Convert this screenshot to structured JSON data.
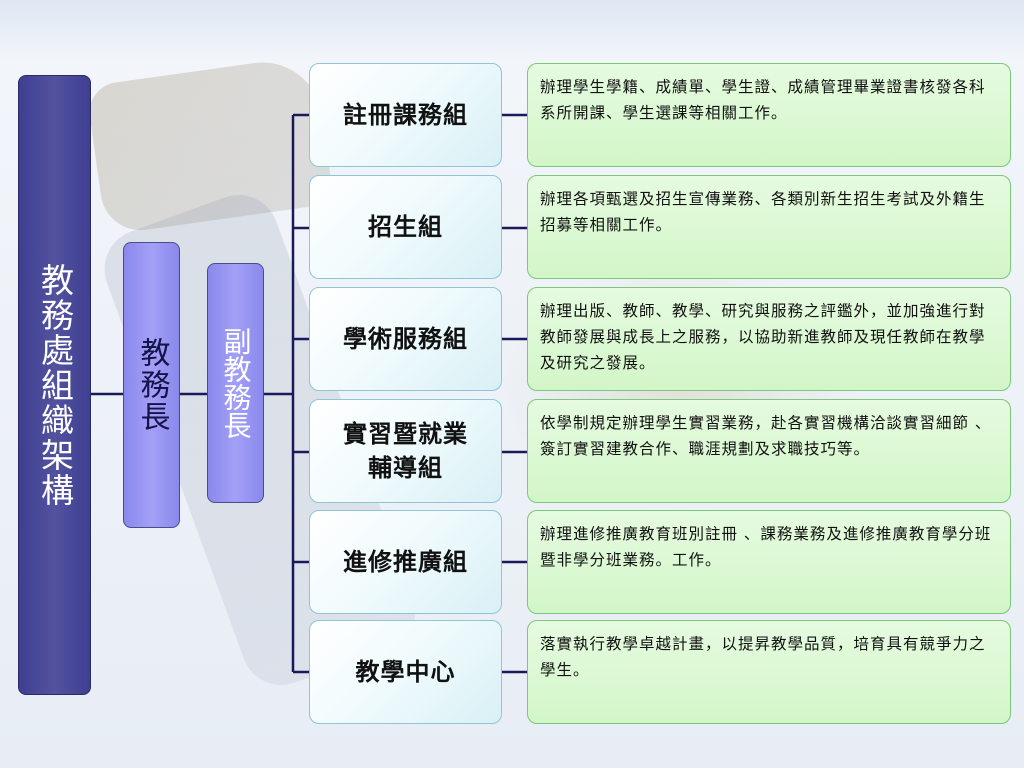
{
  "chart": {
    "root_label": "教務處組織架構",
    "dean_label": "教務長",
    "vice_dean_label": "副教務長"
  },
  "departments": [
    {
      "name": "註冊課務組",
      "description": "辦理學生學籍、成績單、學生證、成績管理畢業證書核發各科系所開課、學生選課等相關工作。"
    },
    {
      "name": "招生組",
      "description": "辦理各項甄選及招生宣傳業務、各類別新生招生考試及外籍生招募等相關工作。"
    },
    {
      "name": "學術服務組",
      "description": "辦理出版、教師、教學、研究與服務之評鑑外，並加強進行對教師發展與成長上之服務，以協助新進教師及現任教師在教學及研究之發展。"
    },
    {
      "name": "實習暨就業輔導組",
      "description": "依學制規定辦理學生實習業務，赴各實習機構洽談實習細節 、簽訂實習建教合作、職涯規劃及求職技巧等。"
    },
    {
      "name": "進修推廣組",
      "description": "辦理進修推廣教育班別註冊 、課務業務及進修推廣教育學分班暨非學分班業務。工作。"
    },
    {
      "name": "教學中心",
      "description": "落實執行教學卓越計畫，以提昇教學品質，培育具有競爭力之學生。"
    }
  ],
  "colors": {
    "main_box": "#46469a",
    "dean_box": "#9896f2",
    "dept_border": "#8dc6d6",
    "desc_fill": "#d8f7cf",
    "connector": "#1a1a5a"
  }
}
